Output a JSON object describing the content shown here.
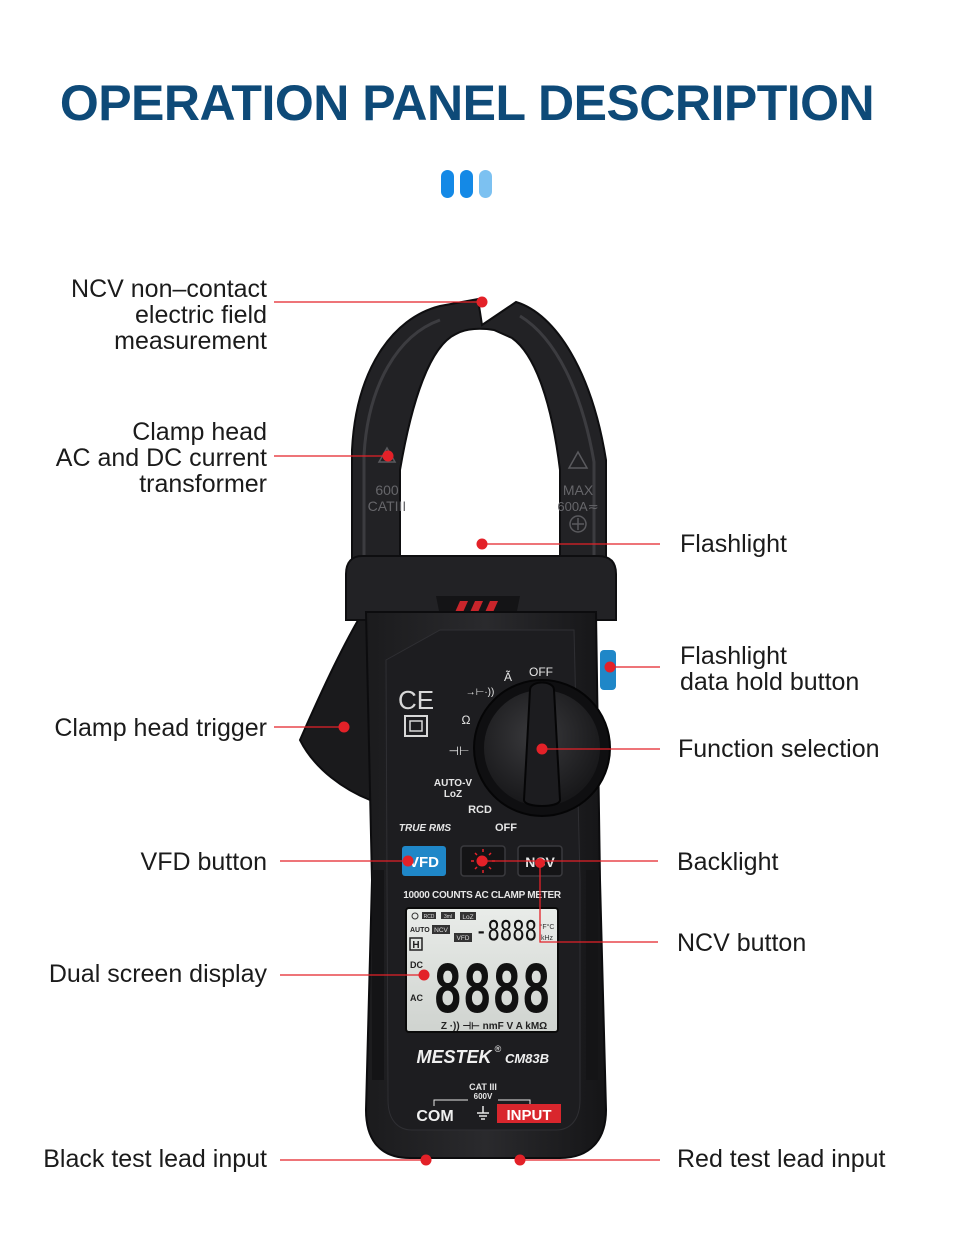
{
  "title": "OPERATION PANEL DESCRIPTION",
  "accent_color": "#0e4a78",
  "leader_color": "#e32128",
  "labels": {
    "ncv_measure": [
      "NCV non–contact",
      "electric field",
      "measurement"
    ],
    "clamp_head": [
      "Clamp head",
      "AC and DC current",
      "transformer"
    ],
    "clamp_trigger": "Clamp head trigger",
    "vfd_button": "VFD button",
    "dual_display": "Dual screen display",
    "black_lead": "Black test lead input",
    "flashlight": "Flashlight",
    "flashlight_hold": [
      "Flashlight",
      "data hold button"
    ],
    "function_selection": "Function selection",
    "backlight": "Backlight",
    "ncv_button": "NCV button",
    "red_lead": "Red test lead input"
  },
  "device": {
    "clamp_left_marks": [
      "600",
      "CATIII"
    ],
    "clamp_right_marks": [
      "MAX",
      "600A≂"
    ],
    "dial_labels": {
      "a": "Ã",
      "off_top": "OFF",
      "diode": "→⊢·))",
      "ohm": "Ω",
      "cap": "⊣⊢",
      "auto_v": "AUTO-V",
      "loz": "LoZ",
      "rcd": "RCD",
      "off_bottom": "OFF"
    },
    "true_rms": "TRUE RMS",
    "buttons": {
      "vfd": "VFD",
      "ncv": "NCV"
    },
    "counts": "10000 COUNTS AC CLAMP METER",
    "lcd": {
      "top_icons": [
        "RCD",
        "3ml",
        "LoZ"
      ],
      "auto": "AUTO",
      "ncv": "NCV",
      "vfd": "VFD",
      "hold": "H",
      "dc": "DC",
      "ac": "AC",
      "small_digits": "-8888",
      "small_units": [
        "°F°C",
        "kHz"
      ],
      "big_digits": "8888",
      "bottom_units": "Z ·)) ⊣⊢ nmF V A kMΩ"
    },
    "brand": "MESTEK",
    "registered": "®",
    "model": "CM83B",
    "cat": [
      "CAT III",
      "600V"
    ],
    "com": "COM",
    "input": "INPUT"
  }
}
